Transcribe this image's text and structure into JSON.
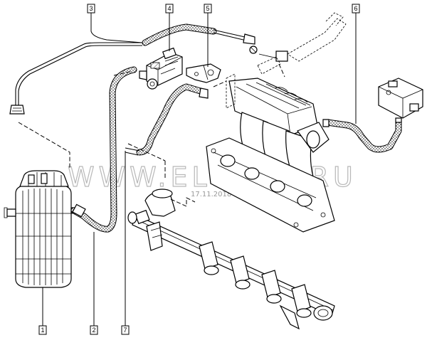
{
  "callouts": [
    {
      "id": "1",
      "label": "1"
    },
    {
      "id": "2",
      "label": "2"
    },
    {
      "id": "3",
      "label": "3"
    },
    {
      "id": "4",
      "label": "4"
    },
    {
      "id": "5",
      "label": "5"
    },
    {
      "id": "6",
      "label": "6"
    },
    {
      "id": "7",
      "label": "7"
    }
  ],
  "watermark": {
    "text": "WWW.ELCATS.RU",
    "date": "17.11.2018"
  },
  "colors": {
    "line": "#000000",
    "hose_fill": "#ffffff",
    "watermark": "#b8b8b8"
  }
}
